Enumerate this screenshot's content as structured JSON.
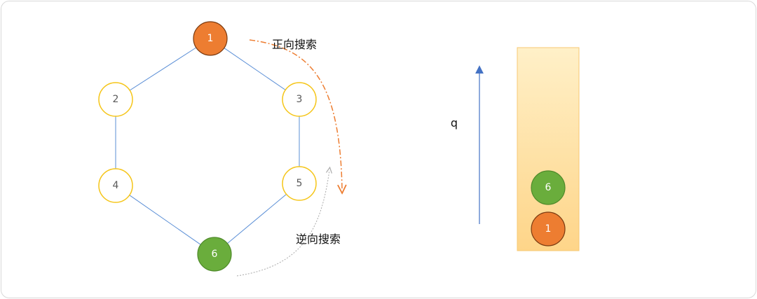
{
  "nodes": [
    {
      "id": "1",
      "label": "1",
      "kind": "start"
    },
    {
      "id": "2",
      "label": "2",
      "kind": "normal"
    },
    {
      "id": "3",
      "label": "3",
      "kind": "normal"
    },
    {
      "id": "4",
      "label": "4",
      "kind": "normal"
    },
    {
      "id": "5",
      "label": "5",
      "kind": "normal"
    },
    {
      "id": "6",
      "label": "6",
      "kind": "target"
    }
  ],
  "edges": [
    [
      "1",
      "2"
    ],
    [
      "1",
      "3"
    ],
    [
      "2",
      "4"
    ],
    [
      "3",
      "5"
    ],
    [
      "4",
      "6"
    ],
    [
      "5",
      "6"
    ]
  ],
  "arrows": {
    "forward_label": "正向搜索",
    "backward_label": "逆向搜索"
  },
  "queue": {
    "label": "q",
    "items": [
      "6",
      "1"
    ]
  },
  "colors": {
    "start_fill": "#ed7d31",
    "start_stroke": "#7a3a10",
    "target_fill": "#6aad3c",
    "target_stroke": "#4f8a2a",
    "normal_stroke": "#f5c518",
    "edge": "#5b8fd6",
    "forward_arrow": "#ed7d31",
    "backward_arrow": "#aaaaaa",
    "queue_fill_top": "#fff0c8",
    "queue_fill_bottom": "#fed589",
    "queue_arrow": "#4472c4"
  }
}
